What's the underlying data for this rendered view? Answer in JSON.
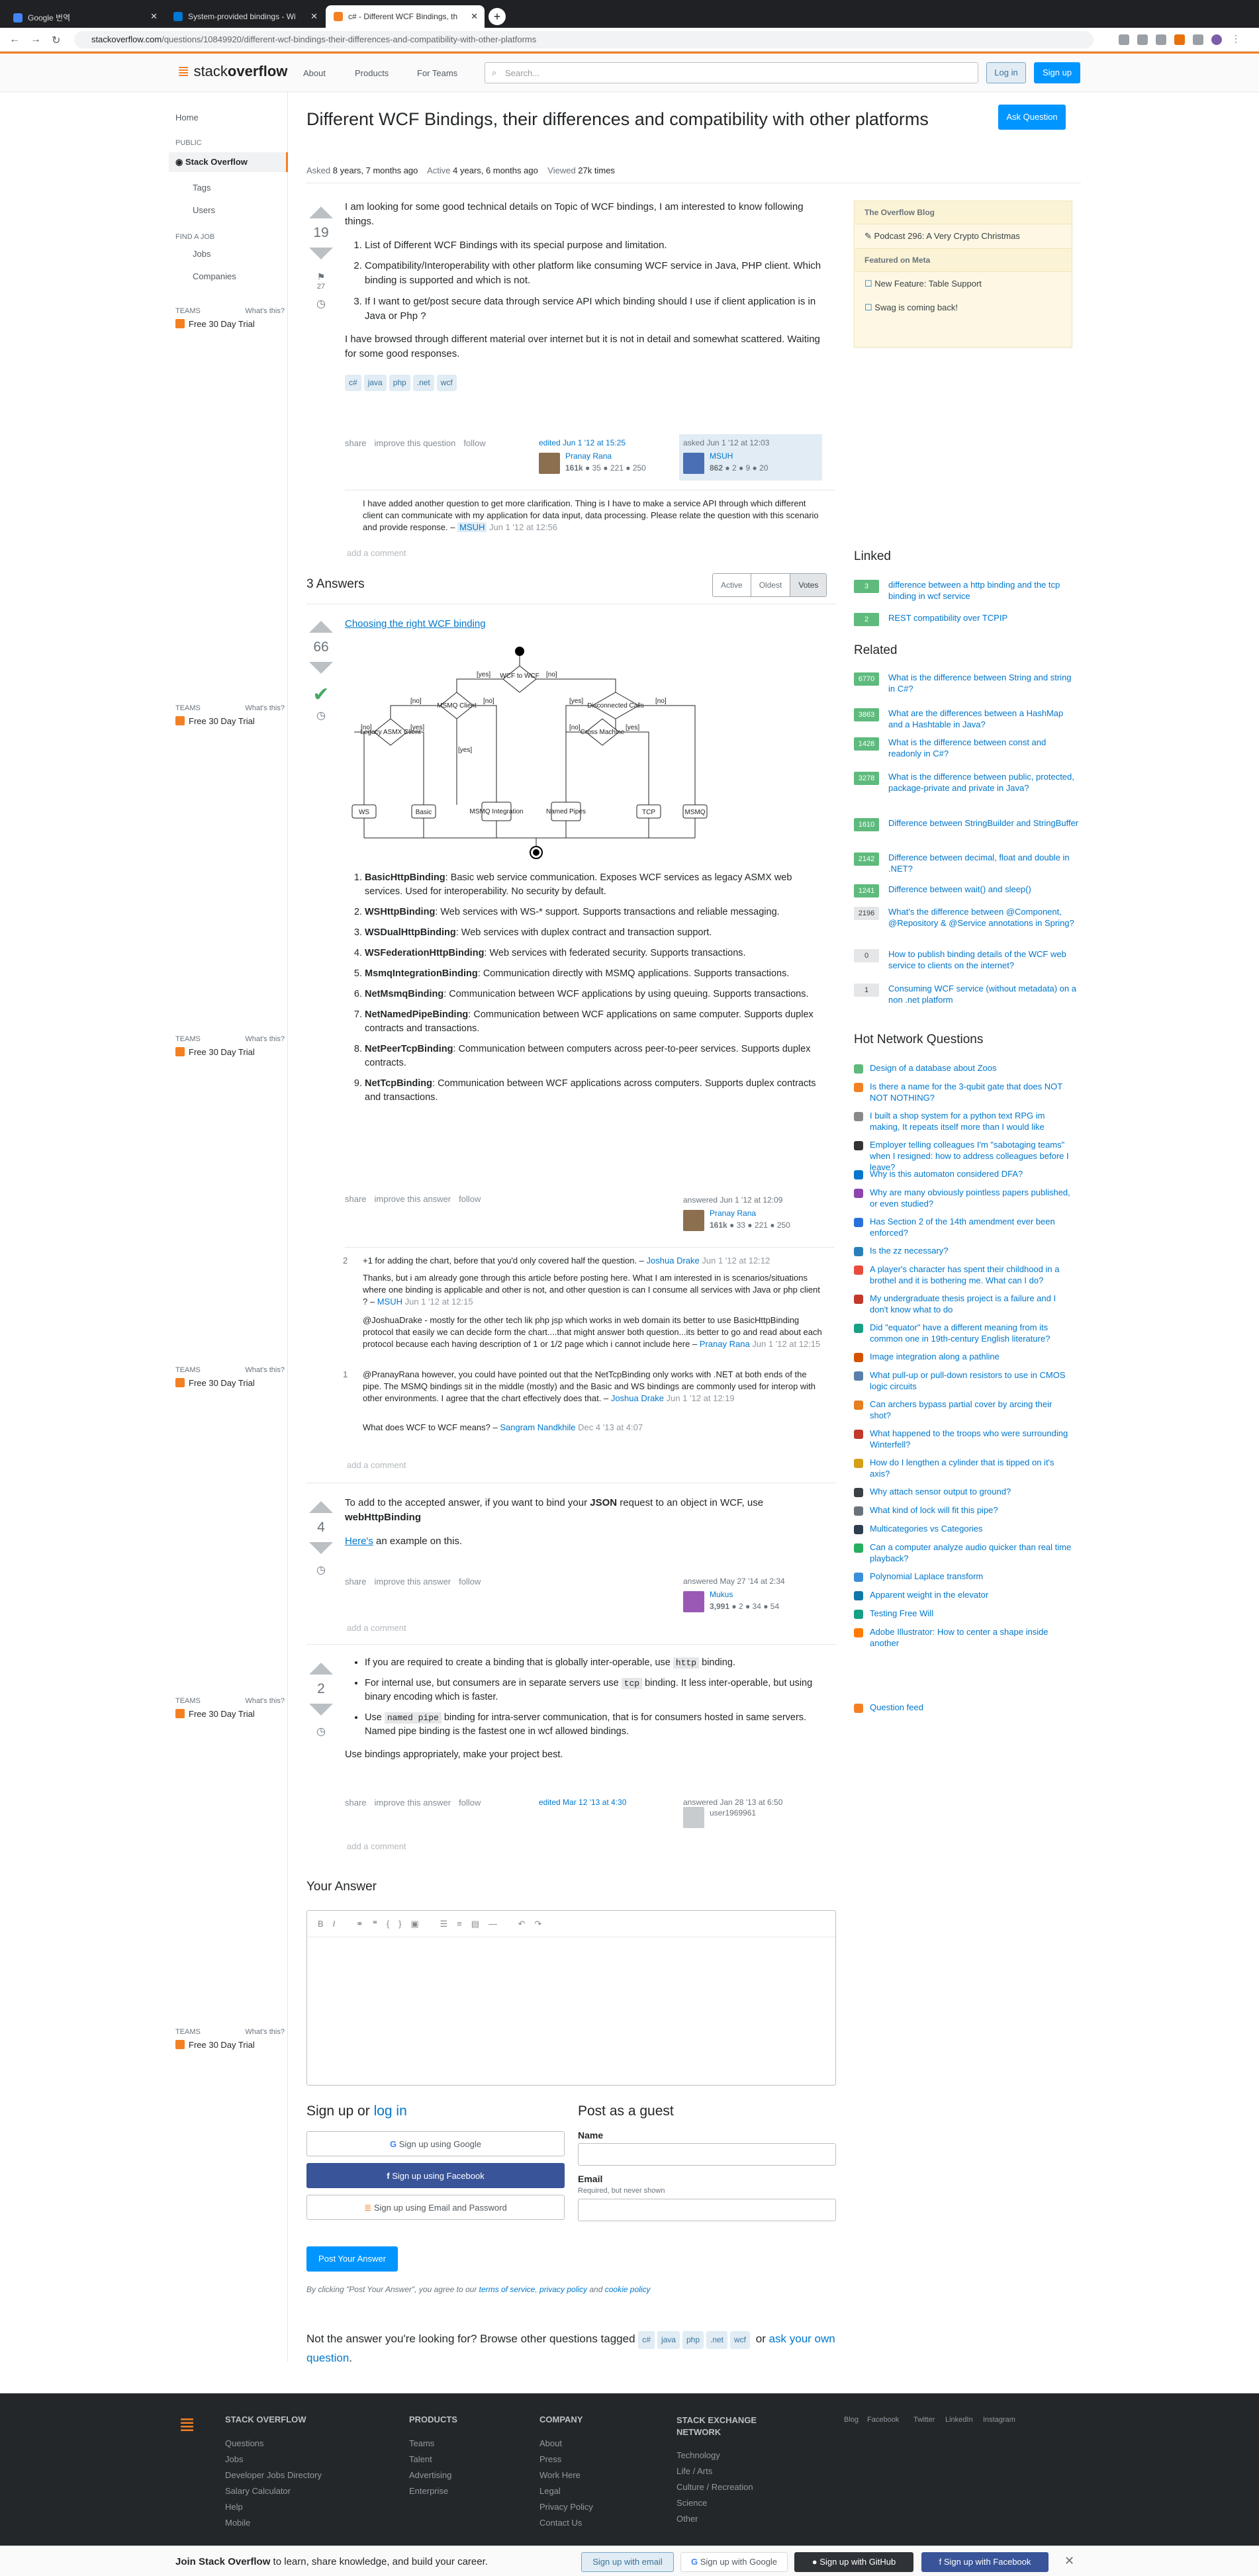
{
  "browser": {
    "tabs": [
      {
        "title": "Google 번역"
      },
      {
        "title": "System-provided bindings - Wi"
      },
      {
        "title": "c# - Different WCF Bindings, th"
      }
    ],
    "url_host": "stackoverflow.com",
    "url_path": "/questions/10849920/different-wcf-bindings-their-differences-and-compatibility-with-other-platforms"
  },
  "topbar": {
    "logo_a": "stack",
    "logo_b": "overflow",
    "about": "About",
    "products": "Products",
    "for_teams": "For Teams",
    "search_placeholder": "Search...",
    "login": "Log in",
    "signup": "Sign up"
  },
  "leftnav": {
    "home": "Home",
    "public": "PUBLIC",
    "stackoverflow": "Stack Overflow",
    "tags": "Tags",
    "users": "Users",
    "find_job": "FIND A JOB",
    "jobs": "Jobs",
    "companies": "Companies",
    "teams_label": "TEAMS",
    "whats_this": "What's this?",
    "trial": "Free 30 Day Trial"
  },
  "question": {
    "title": "Different WCF Bindings, their differences and compatibility with other platforms",
    "asked_l": "Asked",
    "asked": "8 years, 7 months ago",
    "active_l": "Active",
    "active": "4 years, 6 months ago",
    "viewed_l": "Viewed",
    "viewed": "27k times",
    "ask_button": "Ask Question",
    "votes": "19",
    "favs": "27",
    "intro": "I am looking for some good technical details on Topic of WCF bindings, I am interested to know following things.",
    "items": [
      "List of Different WCF Bindings with its special purpose and limitation.",
      "Compatibility/Interoperability with other platform like consuming WCF service in Java, PHP client. Which binding is supported and which is not.",
      "If I want to get/post secure data through service API which binding should I use if client application is in Java or Php ?"
    ],
    "outro": "I have browsed through different material over internet but it is not in detail and somewhat scattered. Waiting for some good responses.",
    "tags": [
      "c#",
      "java",
      "php",
      ".net",
      "wcf"
    ],
    "menu": [
      "share",
      "improve this question",
      "follow"
    ],
    "edited": {
      "when": "edited Jun 1 '12 at 15:25",
      "name": "Pranay Rana",
      "rep": "161k",
      "badges": "● 35 ● 221 ● 250"
    },
    "asked_sig": {
      "when": "asked Jun 1 '12 at 12:03",
      "name": "MSUH",
      "rep": "862",
      "badges": "● 2 ● 9 ● 20"
    },
    "comment": {
      "text": "I have added another question to get more clarification. Thing is I have to make a service API through which different client can communicate with my application for data input, data processing. Please relate the question with this scenario and provide response. –",
      "user": "MSUH",
      "date": "Jun 1 '12 at 12:56"
    },
    "add_comment": "add a comment"
  },
  "sidebar": {
    "blog_title": "The Overflow Blog",
    "blog_item": "Podcast 296: A Very Crypto Christmas",
    "meta_title": "Featured on Meta",
    "meta_items": [
      "New Feature: Table Support",
      "Swag is coming back!"
    ],
    "linked_h": "Linked",
    "linked": [
      {
        "n": "3",
        "t": "difference between a http binding and the tcp binding in wcf service"
      },
      {
        "n": "2",
        "t": "REST compatibility over TCPIP"
      }
    ],
    "related_h": "Related",
    "related": [
      {
        "n": "6770",
        "t": "What is the difference between String and string in C#?"
      },
      {
        "n": "3863",
        "t": "What are the differences between a HashMap and a Hashtable in Java?"
      },
      {
        "n": "1428",
        "t": "What is the difference between const and readonly in C#?"
      },
      {
        "n": "3278",
        "t": "What is the difference between public, protected, package-private and private in Java?"
      },
      {
        "n": "1610",
        "t": "Difference between StringBuilder and StringBuffer"
      },
      {
        "n": "2142",
        "t": "Difference between decimal, float and double in .NET?"
      },
      {
        "n": "1241",
        "t": "Difference between wait() and sleep()"
      },
      {
        "n": "2196",
        "t": "What's the difference between @Component, @Repository & @Service annotations in Spring?"
      },
      {
        "n": "0",
        "t": "How to publish binding details of the WCF web service to clients on the internet?"
      },
      {
        "n": "1",
        "t": "Consuming WCF service (without metadata) on a non .net platform"
      }
    ],
    "hnq_h": "Hot Network Questions",
    "hnq": [
      "Design of a database about Zoos",
      "Is there a name for the 3-qubit gate that does NOT NOT NOTHING?",
      "I built a shop system for a python text RPG im making, It repeats itself more than I would like",
      "Employer telling colleagues I'm \"sabotaging teams\" when I resigned: how to address colleagues before I leave?",
      "Why is this automaton considered DFA?",
      "Why are many obviously pointless papers published, or even studied?",
      "Has Section 2 of the 14th amendment ever been enforced?",
      "Is the zz necessary?",
      "A player's character has spent their childhood in a brothel and it is bothering me. What can I do?",
      "My undergraduate thesis project is a failure and I don't know what to do",
      "Did \"equator\" have a different meaning from its common one in 19th-century English literature?",
      "Image integration along a pathline",
      "What pull-up or pull-down resistors to use in CMOS logic circuits",
      "Can archers bypass partial cover by arcing their shot?",
      "What happened to the troops who were surrounding Winterfell?",
      "How do I lengthen a cylinder that is tipped on it's axis?",
      "Why attach sensor output to ground?",
      "What kind of lock will fit this pipe?",
      "Multicategories vs Categories",
      "Can a computer analyze audio quicker than real time playback?",
      "Polynomial Laplace transform",
      "Apparent weight in the elevator",
      "Testing Free Will",
      "Adobe Illustrator: How to center a shape inside another"
    ],
    "feed": "Question feed"
  },
  "answers": {
    "count": "3 Answers",
    "sort": [
      "Active",
      "Oldest",
      "Votes"
    ],
    "a1": {
      "votes": "66",
      "link": "Choosing the right WCF binding",
      "bindings": [
        {
          "n": "BasicHttpBinding",
          "d": ": Basic web service communication. Exposes WCF services as legacy ASMX web services. Used for interoperability. No security by default."
        },
        {
          "n": "WSHttpBinding",
          "d": ": Web services with WS-* support. Supports transactions and reliable messaging."
        },
        {
          "n": "WSDualHttpBinding",
          "d": ": Web services with duplex contract and transaction support."
        },
        {
          "n": "WSFederationHttpBinding",
          "d": ": Web services with federated security. Supports transactions."
        },
        {
          "n": "MsmqIntegrationBinding",
          "d": ": Communication directly with MSMQ applications. Supports transactions."
        },
        {
          "n": "NetMsmqBinding",
          "d": ": Communication between WCF applications by using queuing. Supports transactions."
        },
        {
          "n": "NetNamedPipeBinding",
          "d": ": Communication between WCF applications on same computer. Supports duplex contracts and transactions."
        },
        {
          "n": "NetPeerTcpBinding",
          "d": ": Communication between computers across peer-to-peer services. Supports duplex contracts."
        },
        {
          "n": "NetTcpBinding",
          "d": ": Communication between WCF applications across computers. Supports duplex contracts and transactions."
        }
      ],
      "menu": [
        "share",
        "improve this answer",
        "follow"
      ],
      "sig": {
        "when": "answered Jun 1 '12 at 12:09",
        "name": "Pranay Rana",
        "rep": "161k",
        "badges": "● 33 ● 221 ● 250"
      },
      "comments": [
        {
          "score": "2",
          "text": "+1 for adding the chart, before that you'd only covered half the question. –",
          "user": "Joshua Drake",
          "date": "Jun 1 '12 at 12:12"
        },
        {
          "score": "",
          "text": "Thanks, but i am already gone through this article before posting here. What I am interested in is scenarios/situations where one binding is applicable and other is not, and other question is can I consume all services with Java or php client ? –",
          "user": "MSUH",
          "date": "Jun 1 '12 at 12:15"
        },
        {
          "score": "",
          "text": "@JoshuaDrake - mostly for the other tech lik php jsp which works in web domain its better to use BasicHttpBinding protocol that easily we can decide form the chart....that might answer both question...its better to go and read about each protocol because each having description of 1 or 1/2 page which i cannot include here –",
          "user": "Pranay Rana",
          "date": "Jun 1 '12 at 12:15"
        },
        {
          "score": "1",
          "text": "@PranayRana however, you could have pointed out that the NetTcpBinding only works with .NET at both ends of the pipe. The MSMQ bindings sit in the middle (mostly) and the Basic and WS bindings are commonly used for interop with other environments. I agree that the chart effectively does that. –",
          "user": "Joshua Drake",
          "date": "Jun 1 '12 at 12:19"
        },
        {
          "score": "",
          "text": "What does WCF to WCF means? –",
          "user": "Sangram Nandkhile",
          "date": "Dec 4 '13 at 4:07"
        }
      ]
    },
    "a2": {
      "votes": "4",
      "text_a": "To add to the accepted answer, if you want to bind your ",
      "json": "JSON",
      "text_b": " request to an object in WCF, use ",
      "binding": "webHttpBinding",
      "here": "Here's",
      "rest": " an example on this.",
      "menu": [
        "share",
        "improve this answer",
        "follow"
      ],
      "sig": {
        "when": "answered May 27 '14 at 2:34",
        "name": "Mukus",
        "rep": "3,991",
        "badges": "● 2 ● 34 ● 54"
      }
    },
    "a3": {
      "votes": "2",
      "bullets": [
        {
          "a": "If you are required to create a binding that is globally inter-operable, use ",
          "c": "http",
          "b": " binding."
        },
        {
          "a": "For internal use, but consumers are in separate servers use ",
          "c": "tcp",
          "b": " binding. It less inter-operable, but using binary encoding which is faster."
        },
        {
          "a": "Use ",
          "c": "named pipe",
          "b": " binding for intra-server communication, that is for consumers hosted in same servers. Named pipe binding is the fastest one in wcf allowed bindings."
        }
      ],
      "outro": "Use bindings appropriately, make your project best.",
      "menu": [
        "share",
        "improve this answer",
        "follow"
      ],
      "edited": "edited Mar 12 '13 at 4:30",
      "sig": {
        "when": "answered Jan 28 '13 at 6:50",
        "name": "user1969961"
      }
    }
  },
  "diagram": {
    "wcf_to_wcf": "WCF to WCF",
    "msmq_client": "MSMQ Client",
    "disconnected": "Disconnected Calls",
    "legacy": "Legacy ASMX Client",
    "cross": "Cross Machine",
    "ws": "WS",
    "basic": "Basic",
    "msmqint": "MSMQ Integration",
    "named": "Named Pipes",
    "tcp": "TCP",
    "msmq": "MSMQ",
    "yes": "[yes]",
    "no": "[no]"
  },
  "answer_form": {
    "your_answer": "Your Answer",
    "signup_h": "Sign up or ",
    "login": "log in",
    "google": "Sign up using Google",
    "facebook": "Sign up using Facebook",
    "email": "Sign up using Email and Password",
    "guest_h": "Post as a guest",
    "name": "Name",
    "email_l": "Email",
    "email_note": "Required, but never shown",
    "post": "Post Your Answer",
    "terms_a": "By clicking \"Post Your Answer\", you agree to our ",
    "terms": "terms of service",
    "privacy": "privacy policy",
    "cookie": "cookie policy",
    "browse_a": "Not the answer you're looking for? Browse other questions tagged ",
    "browse_or": " or ",
    "ask_own": "ask your own question",
    "dot": "."
  },
  "footer": {
    "brand": "STACK OVERFLOW",
    "so_links": [
      "Questions",
      "Jobs",
      "Developer Jobs Directory",
      "Salary Calculator",
      "Help",
      "Mobile"
    ],
    "products": "PRODUCTS",
    "prod_links": [
      "Teams",
      "Talent",
      "Advertising",
      "Enterprise"
    ],
    "company": "COMPANY",
    "comp_links": [
      "About",
      "Press",
      "Work Here",
      "Legal",
      "Privacy Policy",
      "Contact Us"
    ],
    "network": "STACK EXCHANGE NETWORK",
    "net_links": [
      "Technology",
      "Life / Arts",
      "Culture / Recreation",
      "Science",
      "Other"
    ],
    "social": [
      "Blog",
      "Facebook",
      "Twitter",
      "LinkedIn",
      "Instagram"
    ]
  },
  "cookie": {
    "join": "Join Stack Overflow",
    "rest": " to learn, share knowledge, and build your career.",
    "email": "Sign up with email",
    "google": "Sign up with Google",
    "github": "Sign up with GitHub",
    "facebook": "Sign up with Facebook"
  }
}
